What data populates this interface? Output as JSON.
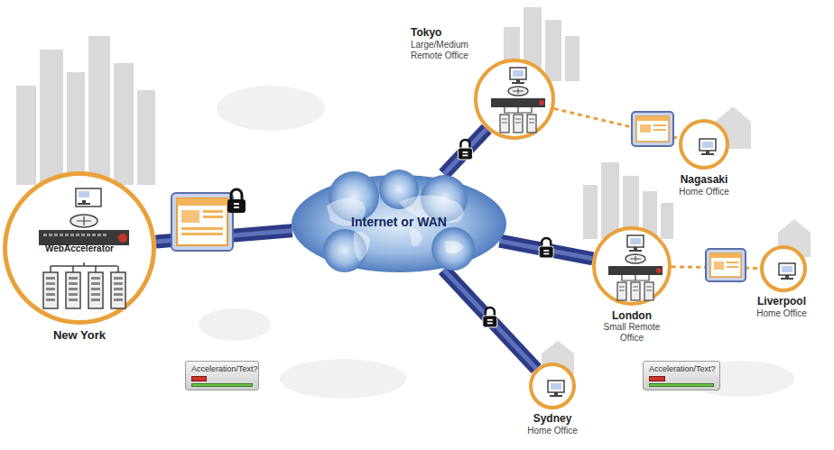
{
  "diagram": {
    "nodes": [
      {
        "text": [
          "Tokyo",
          "Large/Medium Remote Office"
        ]
      },
      {
        "text": [
          "Nagasaki",
          "Home Office"
        ]
      },
      {
        "text": [
          "WebAccelerator",
          "New York"
        ]
      },
      {
        "text": [
          "Internet or WAN"
        ]
      },
      {
        "text": [
          "London",
          "Small Remote Office"
        ]
      },
      {
        "text": [
          "Liverpool",
          "Home Office"
        ]
      },
      {
        "text": [
          "Sydney",
          "Home Office"
        ]
      },
      {
        "text": [
          "Acceleration/Text?"
        ]
      },
      {
        "text": [
          "Acceleration/Text?"
        ]
      }
    ],
    "edges": [
      {
        "from": 2,
        "to": 3,
        "arrow": "none"
      },
      {
        "from": 3,
        "to": 0,
        "arrow": "none"
      },
      {
        "from": 3,
        "to": 4,
        "arrow": "none"
      },
      {
        "from": 3,
        "to": 6,
        "arrow": "none"
      },
      {
        "from": 0,
        "to": 1,
        "arrow": "none"
      },
      {
        "from": 4,
        "to": 5,
        "arrow": "none"
      }
    ]
  }
}
